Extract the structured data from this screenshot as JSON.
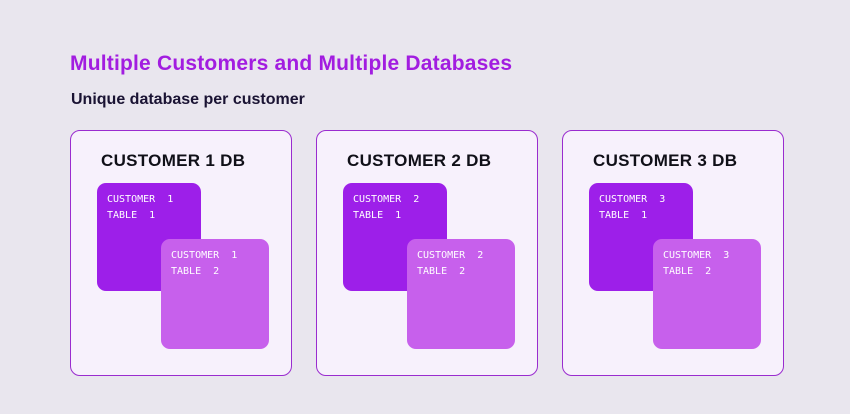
{
  "page": {
    "title": "Multiple Customers and Multiple Databases",
    "subtitle": "Unique database per customer"
  },
  "colors": {
    "background": "#e9e6ee",
    "title_text": "#a21de0",
    "subtitle_text": "#1a1333",
    "card_background": "#f7f1fc",
    "card_border": "#9a2ccf",
    "table1_background": "#9d1fe9",
    "table2_background": "#c760ec",
    "table_text": "#ffffff"
  },
  "cards": [
    {
      "heading": "CUSTOMER 1 DB",
      "tables": [
        {
          "line1": "CUSTOMER  1",
          "line2": "TABLE  1"
        },
        {
          "line1": "CUSTOMER  1",
          "line2": "TABLE  2"
        }
      ]
    },
    {
      "heading": "CUSTOMER 2 DB",
      "tables": [
        {
          "line1": "CUSTOMER  2",
          "line2": "TABLE  1"
        },
        {
          "line1": "CUSTOMER  2",
          "line2": "TABLE  2"
        }
      ]
    },
    {
      "heading": "CUSTOMER 3 DB",
      "tables": [
        {
          "line1": "CUSTOMER  3",
          "line2": "TABLE  1"
        },
        {
          "line1": "CUSTOMER  3",
          "line2": "TABLE  2"
        }
      ]
    }
  ]
}
